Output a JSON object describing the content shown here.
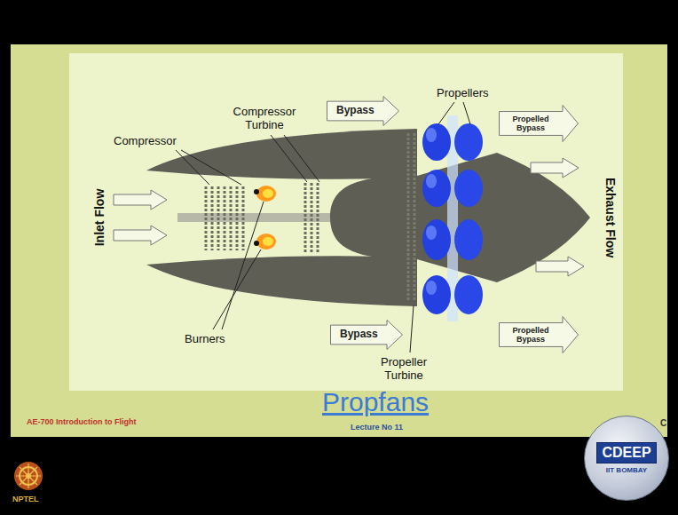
{
  "diagram": {
    "title": "Propfans",
    "nodes": [
      {
        "text": [
          "Bypass"
        ]
      },
      {
        "text": [
          "Propelled Bypass"
        ]
      },
      {
        "text": [
          "Bypass"
        ]
      },
      {
        "text": [
          "Propelled Bypass"
        ]
      },
      {
        "text": [
          "CDEEP",
          "IIT BOMBAY"
        ]
      }
    ],
    "labels": [
      "Compressor",
      "Compressor Turbine",
      "Propellers",
      "Inlet Flow",
      "Exhaust Flow",
      "Burners",
      "Propeller Turbine",
      "AE-700 Introduction to Flight",
      "Lecture No 11",
      "C",
      "NPTEL"
    ]
  }
}
